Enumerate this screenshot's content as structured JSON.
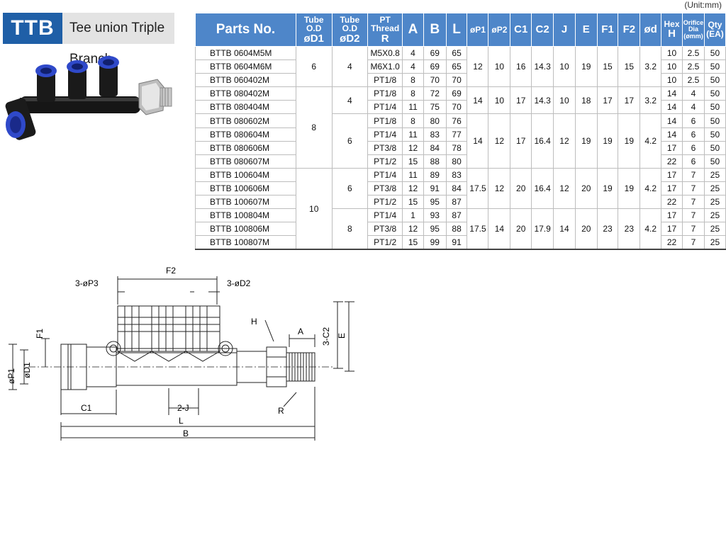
{
  "header": {
    "code": "TTB",
    "title": "Tee union Triple Branch"
  },
  "unit_note": "(Unit:mm)",
  "table": {
    "headers": {
      "parts_no": "Parts No.",
      "d1_top": "Tube O.D",
      "d1_bot": "øD1",
      "d2_top": "Tube O.D",
      "d2_bot": "øD2",
      "r_top": "PT Thread",
      "r_bot": "R",
      "a": "A",
      "b": "B",
      "l": "L",
      "p1": "øP1",
      "p2": "øP2",
      "c1": "C1",
      "c2": "C2",
      "j": "J",
      "e": "E",
      "f1": "F1",
      "f2": "F2",
      "d": "ød",
      "h_top": "Hex",
      "h_bot": "H",
      "orifice_top": "Orifice Dia",
      "orifice_bot": "(ømm)",
      "qty_top": "Qty",
      "qty_bot": "(EA)"
    },
    "groups": [
      {
        "d1": "6",
        "subgroups": [
          {
            "d2": "4",
            "p1": "12",
            "p2": "10",
            "c1": "16",
            "c2": "14.3",
            "j": "10",
            "e": "19",
            "f1": "15",
            "f2": "15",
            "d": "3.2",
            "rows": [
              {
                "part": "BTTB 0604M5M",
                "r": "M5X0.8",
                "a": "4",
                "b": "69",
                "l": "65",
                "h": "10",
                "orifice": "2.5",
                "qty": "50"
              },
              {
                "part": "BTTB 0604M6M",
                "r": "M6X1.0",
                "a": "4",
                "b": "69",
                "l": "65",
                "h": "10",
                "orifice": "2.5",
                "qty": "50"
              },
              {
                "part": "BTTB 060402M",
                "r": "PT1/8",
                "a": "8",
                "b": "70",
                "l": "70",
                "h": "10",
                "orifice": "2.5",
                "qty": "50"
              }
            ]
          }
        ]
      },
      {
        "d1": "8",
        "subgroups": [
          {
            "d2": "4",
            "p1": "14",
            "p2": "10",
            "c1": "17",
            "c2": "14.3",
            "j": "10",
            "e": "18",
            "f1": "17",
            "f2": "17",
            "d": "3.2",
            "rows": [
              {
                "part": "BTTB 080402M",
                "r": "PT1/8",
                "a": "8",
                "b": "72",
                "l": "69",
                "h": "14",
                "orifice": "4",
                "qty": "50"
              },
              {
                "part": "BTTB 080404M",
                "r": "PT1/4",
                "a": "11",
                "b": "75",
                "l": "70",
                "h": "14",
                "orifice": "4",
                "qty": "50"
              }
            ]
          },
          {
            "d2": "6",
            "p1": "14",
            "p2": "12",
            "c1": "17",
            "c2": "16.4",
            "j": "12",
            "e": "19",
            "f1": "19",
            "f2": "19",
            "d": "4.2",
            "rows": [
              {
                "part": "BTTB 080602M",
                "r": "PT1/8",
                "a": "8",
                "b": "80",
                "l": "76",
                "h": "14",
                "orifice": "6",
                "qty": "50"
              },
              {
                "part": "BTTB 080604M",
                "r": "PT1/4",
                "a": "11",
                "b": "83",
                "l": "77",
                "h": "14",
                "orifice": "6",
                "qty": "50"
              },
              {
                "part": "BTTB 080606M",
                "r": "PT3/8",
                "a": "12",
                "b": "84",
                "l": "78",
                "h": "17",
                "orifice": "6",
                "qty": "50"
              },
              {
                "part": "BTTB 080607M",
                "r": "PT1/2",
                "a": "15",
                "b": "88",
                "l": "80",
                "h": "22",
                "orifice": "6",
                "qty": "50"
              }
            ]
          }
        ]
      },
      {
        "d1": "10",
        "subgroups": [
          {
            "d2": "6",
            "p1": "17.5",
            "p2": "12",
            "c1": "20",
            "c2": "16.4",
            "j": "12",
            "e": "20",
            "f1": "19",
            "f2": "19",
            "d": "4.2",
            "rows": [
              {
                "part": "BTTB 100604M",
                "r": "PT1/4",
                "a": "11",
                "b": "89",
                "l": "83",
                "h": "17",
                "orifice": "7",
                "qty": "25"
              },
              {
                "part": "BTTB 100606M",
                "r": "PT3/8",
                "a": "12",
                "b": "91",
                "l": "84",
                "h": "17",
                "orifice": "7",
                "qty": "25"
              },
              {
                "part": "BTTB 100607M",
                "r": "PT1/2",
                "a": "15",
                "b": "95",
                "l": "87",
                "h": "22",
                "orifice": "7",
                "qty": "25"
              }
            ]
          },
          {
            "d2": "8",
            "p1": "17.5",
            "p2": "14",
            "c1": "20",
            "c2": "17.9",
            "j": "14",
            "e": "20",
            "f1": "23",
            "f2": "23",
            "d": "4.2",
            "rows": [
              {
                "part": "BTTB 100804M",
                "r": "PT1/4",
                "a": "1",
                "b": "93",
                "l": "87",
                "h": "17",
                "orifice": "7",
                "qty": "25"
              },
              {
                "part": "BTTB 100806M",
                "r": "PT3/8",
                "a": "12",
                "b": "95",
                "l": "88",
                "h": "17",
                "orifice": "7",
                "qty": "25"
              },
              {
                "part": "BTTB 100807M",
                "r": "PT1/2",
                "a": "15",
                "b": "99",
                "l": "91",
                "h": "22",
                "orifice": "7",
                "qty": "25"
              }
            ]
          }
        ]
      }
    ]
  },
  "drawing": {
    "labels": {
      "f2": "F2",
      "p3": "3-øP3",
      "d2": "3-øD2",
      "h": "H",
      "a": "A",
      "c2": "3-C2",
      "e": "E",
      "f1": "F1",
      "p1": "øP1",
      "d1": "øD1",
      "c1": "C1",
      "j": "2-J",
      "l": "L",
      "r": "R",
      "b": "B"
    }
  },
  "colors": {
    "accent": "#1f5fa7",
    "header_bg": "#4e86c9",
    "fitting_body": "#1a1a1a",
    "fitting_collet": "#2f49c9"
  }
}
